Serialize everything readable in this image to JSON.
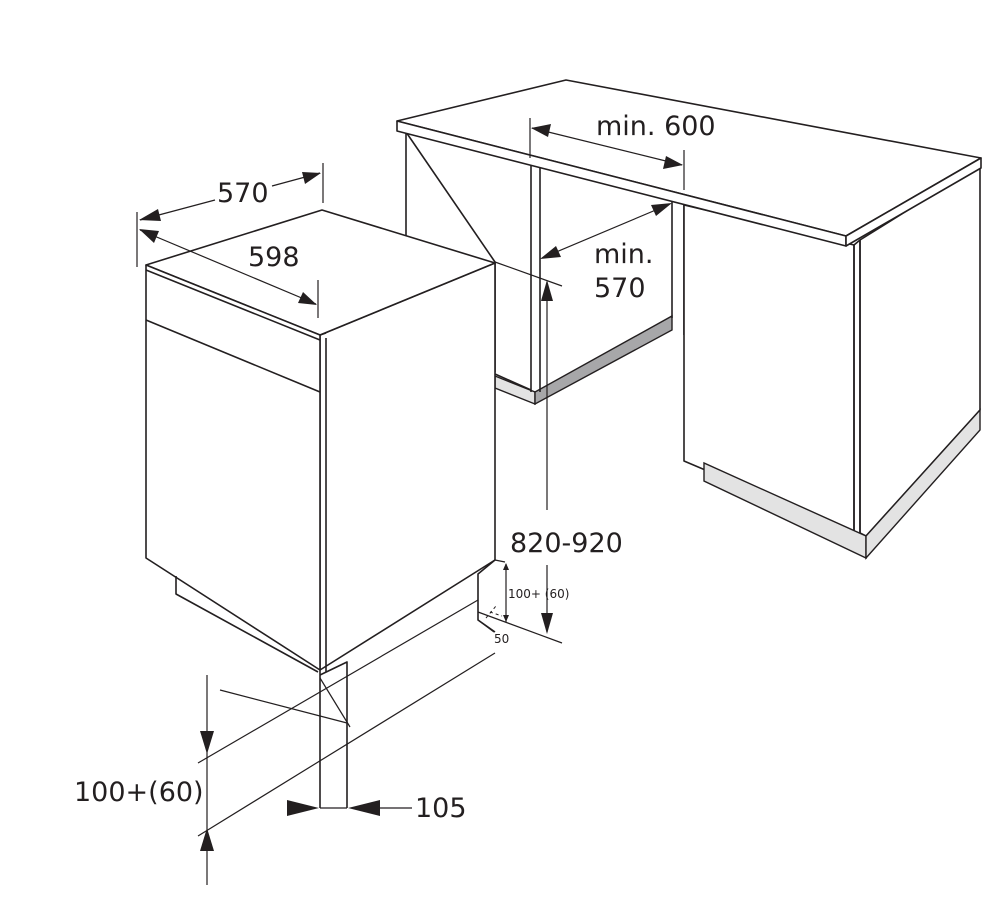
{
  "diagram": {
    "subject": "built-in dishwasher installation dimensions",
    "units": "mm",
    "colors": {
      "line": "#231f20",
      "plinth_light": "#e3e3e3",
      "plinth_dark": "#a7a7a9",
      "background": "#ffffff"
    },
    "dimensions": {
      "appliance_depth": "570",
      "appliance_width": "598",
      "niche_width": "min. 600",
      "niche_depth_line1": "min.",
      "niche_depth_line2": "570",
      "niche_height": "820-920",
      "plinth_height": "100+(60)",
      "plinth_height_small": "100+ (60)",
      "plinth_recess_small": "50",
      "door_offset": "105"
    }
  }
}
